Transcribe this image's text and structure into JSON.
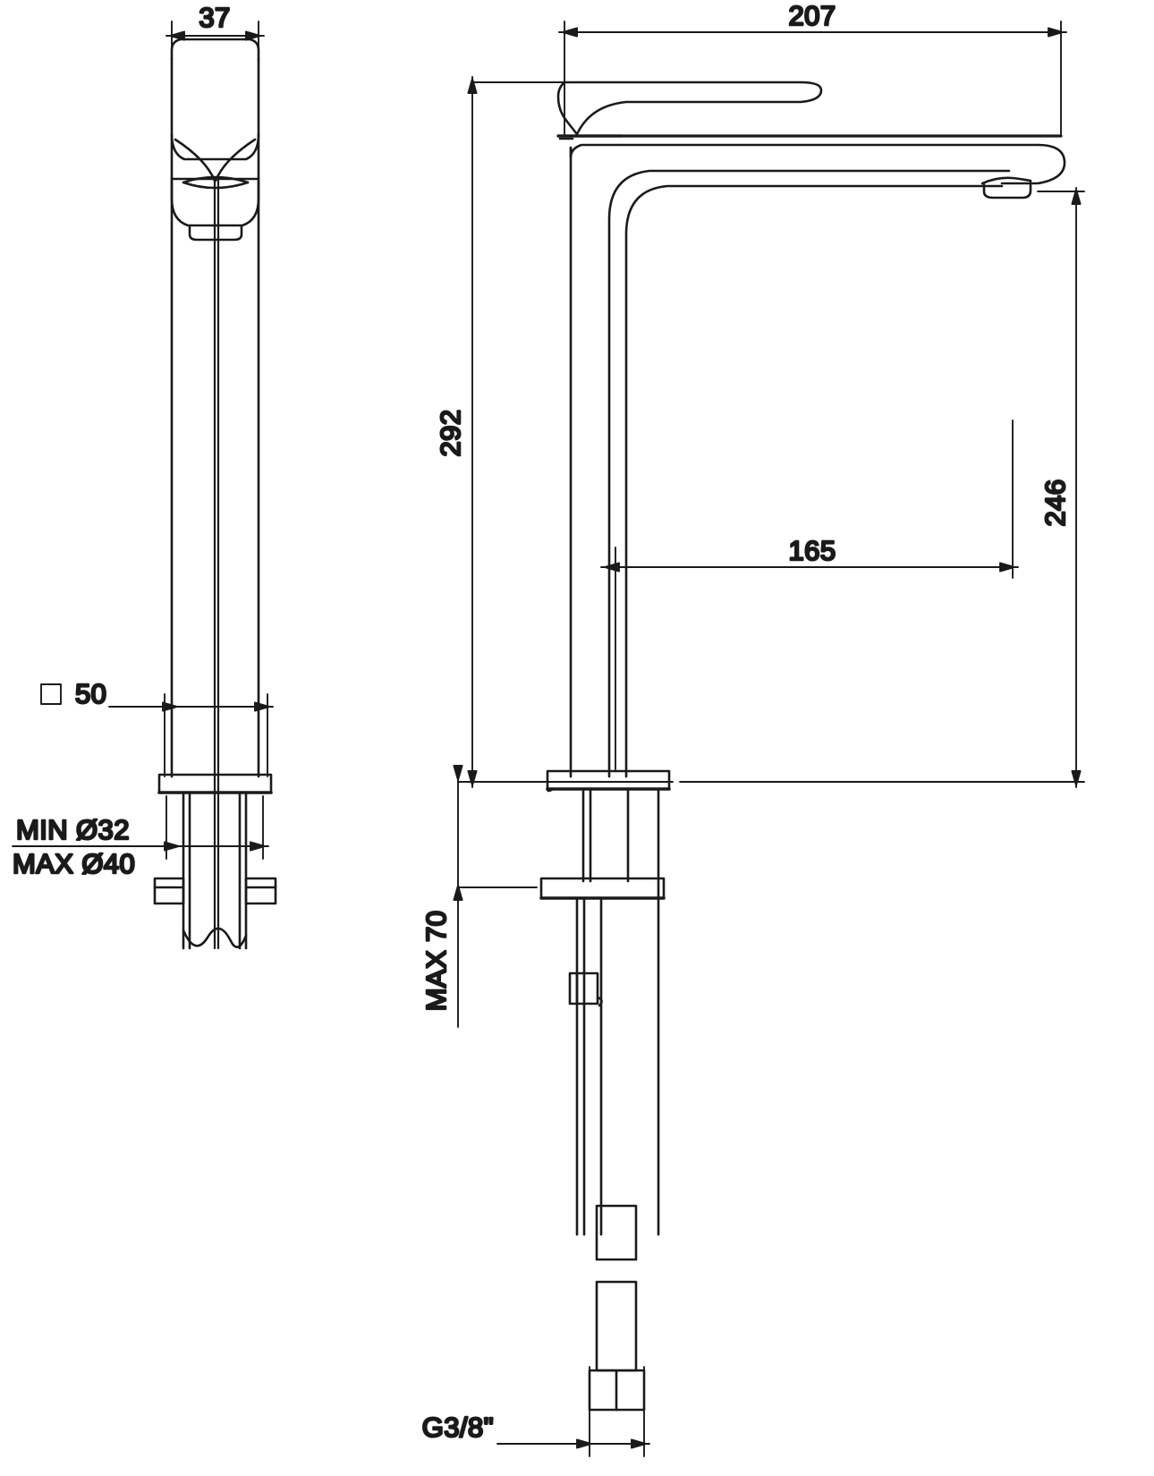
{
  "drawing": {
    "title": "Single-lever tall basin mixer tap — dimensioned technical drawing",
    "units": "mm",
    "line_color": "#1a1a1a",
    "background_color": "#ffffff",
    "views": [
      {
        "id": "front-view",
        "name": "Front view (handle / cartridge side)"
      },
      {
        "id": "side-view",
        "name": "Side view (spout profile)"
      }
    ]
  },
  "dimensions": {
    "width_top": {
      "label": "37",
      "value": 37,
      "unit": "mm",
      "view": "front-view",
      "orientation": "horizontal",
      "description": "Body width at top"
    },
    "reach": {
      "label": "207",
      "value": 207,
      "unit": "mm",
      "view": "side-view",
      "orientation": "horizontal",
      "description": "Overall spout reach"
    },
    "overall_height": {
      "label": "292",
      "value": 292,
      "unit": "mm",
      "view": "side-view",
      "orientation": "vertical-rotated",
      "description": "Overall height above deck"
    },
    "spout_height": {
      "label": "246",
      "value": 246,
      "unit": "mm",
      "view": "side-view",
      "orientation": "vertical-rotated",
      "description": "Height to spout outlet"
    },
    "spout_projection": {
      "label": "165",
      "value": 165,
      "unit": "mm",
      "view": "side-view",
      "orientation": "horizontal",
      "description": "Spout projection from body axis"
    },
    "base_square": {
      "label": "□ 50",
      "value": 50,
      "unit": "mm",
      "symbol": "square",
      "view": "front-view",
      "orientation": "horizontal",
      "description": "Square base footprint 50 x 50"
    },
    "hole_min": {
      "label": "MIN Ø32",
      "value": 32,
      "unit": "mm",
      "symbol": "diameter",
      "view": "front-view",
      "description": "Minimum mounting hole diameter"
    },
    "hole_max": {
      "label": "MAX Ø40",
      "value": 40,
      "unit": "mm",
      "symbol": "diameter",
      "view": "front-view",
      "description": "Maximum mounting hole diameter"
    },
    "max_thickness": {
      "label": "MAX 70",
      "value": 70,
      "unit": "mm",
      "view": "side-view",
      "orientation": "vertical-rotated",
      "description": "Maximum countertop thickness"
    },
    "thread": {
      "label": "G3/8\"",
      "value": "G3/8\"",
      "view": "side-view",
      "orientation": "horizontal",
      "description": "Supply hose connection thread"
    }
  },
  "callouts": [
    {
      "id": "dim-37",
      "text": "37"
    },
    {
      "id": "dim-207",
      "text": "207"
    },
    {
      "id": "dim-292",
      "text": "292"
    },
    {
      "id": "dim-246",
      "text": "246"
    },
    {
      "id": "dim-165",
      "text": "165"
    },
    {
      "id": "dim-square-50",
      "text": "50"
    },
    {
      "id": "dim-min-d32",
      "text": "MIN Ø32"
    },
    {
      "id": "dim-max-d40",
      "text": "MAX Ø40"
    },
    {
      "id": "dim-max-70",
      "text": "MAX 70"
    },
    {
      "id": "dim-g38",
      "text": "G3/8\""
    }
  ]
}
